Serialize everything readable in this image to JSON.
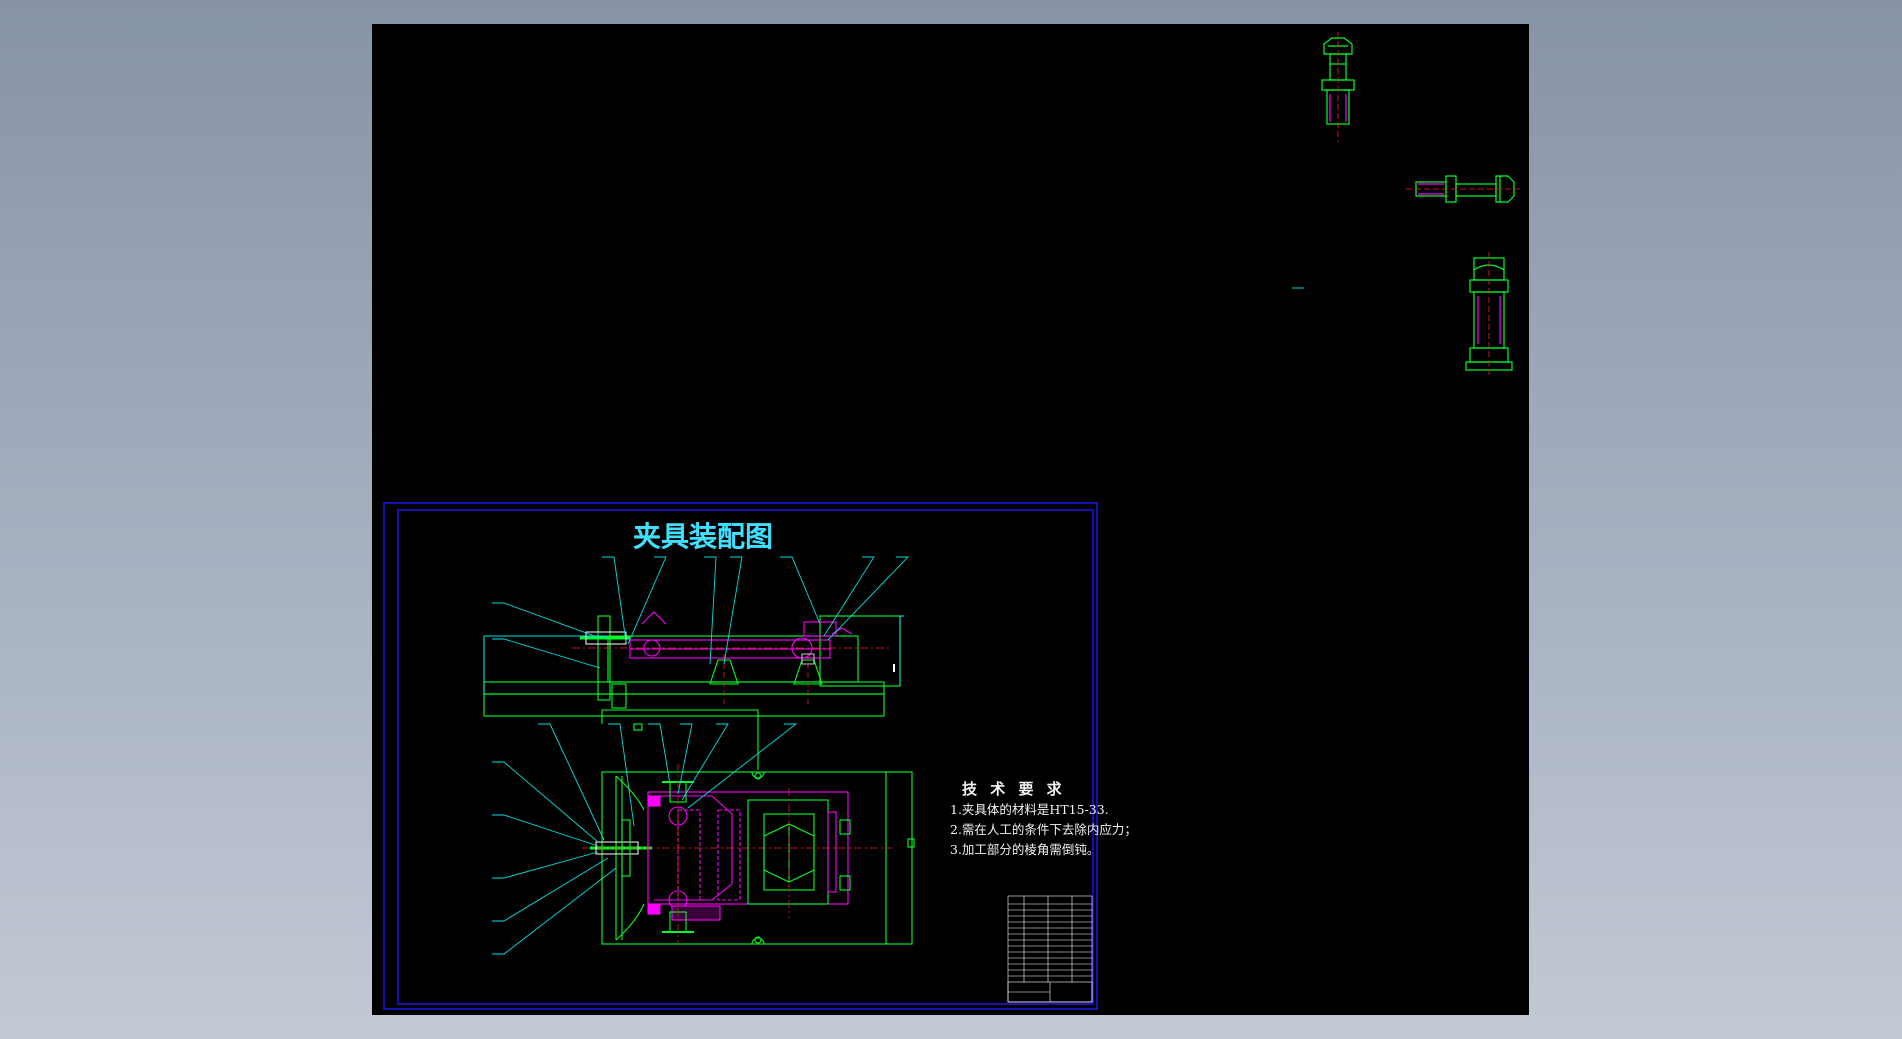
{
  "drawing": {
    "title": "夹具装配图",
    "technical_requirements": {
      "heading": "技 术 要 求",
      "items": [
        "1.夹具体的材料是HT15-33.",
        "2.需在人工的条件下去除内应力；",
        "3.加工部分的棱角需倒钝。"
      ]
    }
  },
  "colors": {
    "background": "#000000",
    "frame": "#1a1aff",
    "outline": "#00ff2a",
    "section": "#ff00ff",
    "centerline": "#ff2020",
    "leader": "#00e0e0",
    "title": "#3fe0ff",
    "text": "#f2f2f2"
  },
  "icons": {
    "bolt_vertical": "hex-bolt-icon",
    "bolt_horizontal": "hex-bolt-side-icon",
    "nut_assembly": "nut-stud-icon"
  }
}
